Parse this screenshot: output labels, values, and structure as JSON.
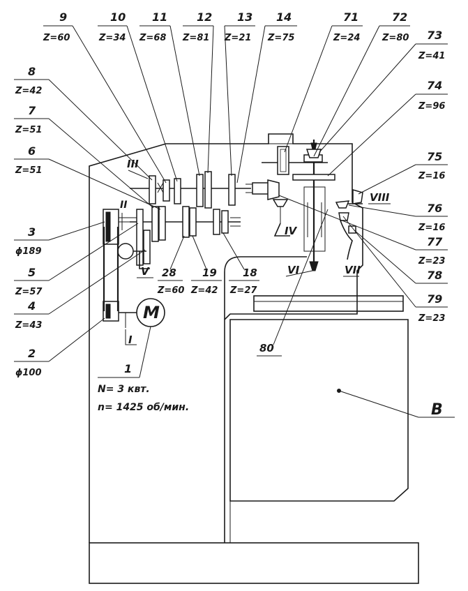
{
  "colors": {
    "ink": "#1a1a1a",
    "paper": "#ffffff"
  },
  "labels": {
    "g9": "9",
    "z9": "Z=60",
    "g10": "10",
    "z10": "Z=34",
    "g11": "11",
    "z11": "Z=68",
    "g12": "12",
    "z12": "Z=81",
    "g13": "13",
    "z13": "Z=21",
    "g14": "14",
    "z14": "Z=75",
    "g71": "71",
    "z71": "Z=24",
    "g72": "72",
    "z72": "Z=80",
    "g73": "73",
    "z73": "Z=41",
    "g74": "74",
    "z74": "Z=96",
    "g8": "8",
    "z8": "Z=42",
    "g7": "7",
    "z7": "Z=51",
    "g6": "6",
    "z6": "Z=51",
    "g75": "75",
    "z75": "Z=16",
    "g76": "76",
    "z76": "Z=16",
    "g77": "77",
    "z77": "Z=23",
    "g78": "78",
    "g79": "79",
    "z79": "Z=23",
    "g3": "3",
    "d3": "ϕ189",
    "g5": "5",
    "z5": "Z=57",
    "g4": "4",
    "z4": "Z=43",
    "g2": "2",
    "d2": "ϕ100",
    "g28": "28",
    "z28": "Z=60",
    "g19": "19",
    "z19": "Z=42",
    "g18": "18",
    "z18": "Z=27",
    "g80": "80",
    "g1": "1",
    "power": "N= 3 квт.",
    "speed": "n= 1425 об/мин.",
    "motor": "M",
    "shaft1": "I",
    "shaft2": "II",
    "shaft3": "III",
    "shaft4": "IV",
    "shaft5": "V",
    "shaft6": "VI",
    "shaft7": "VII",
    "shaft8": "VIII",
    "view": "B"
  }
}
